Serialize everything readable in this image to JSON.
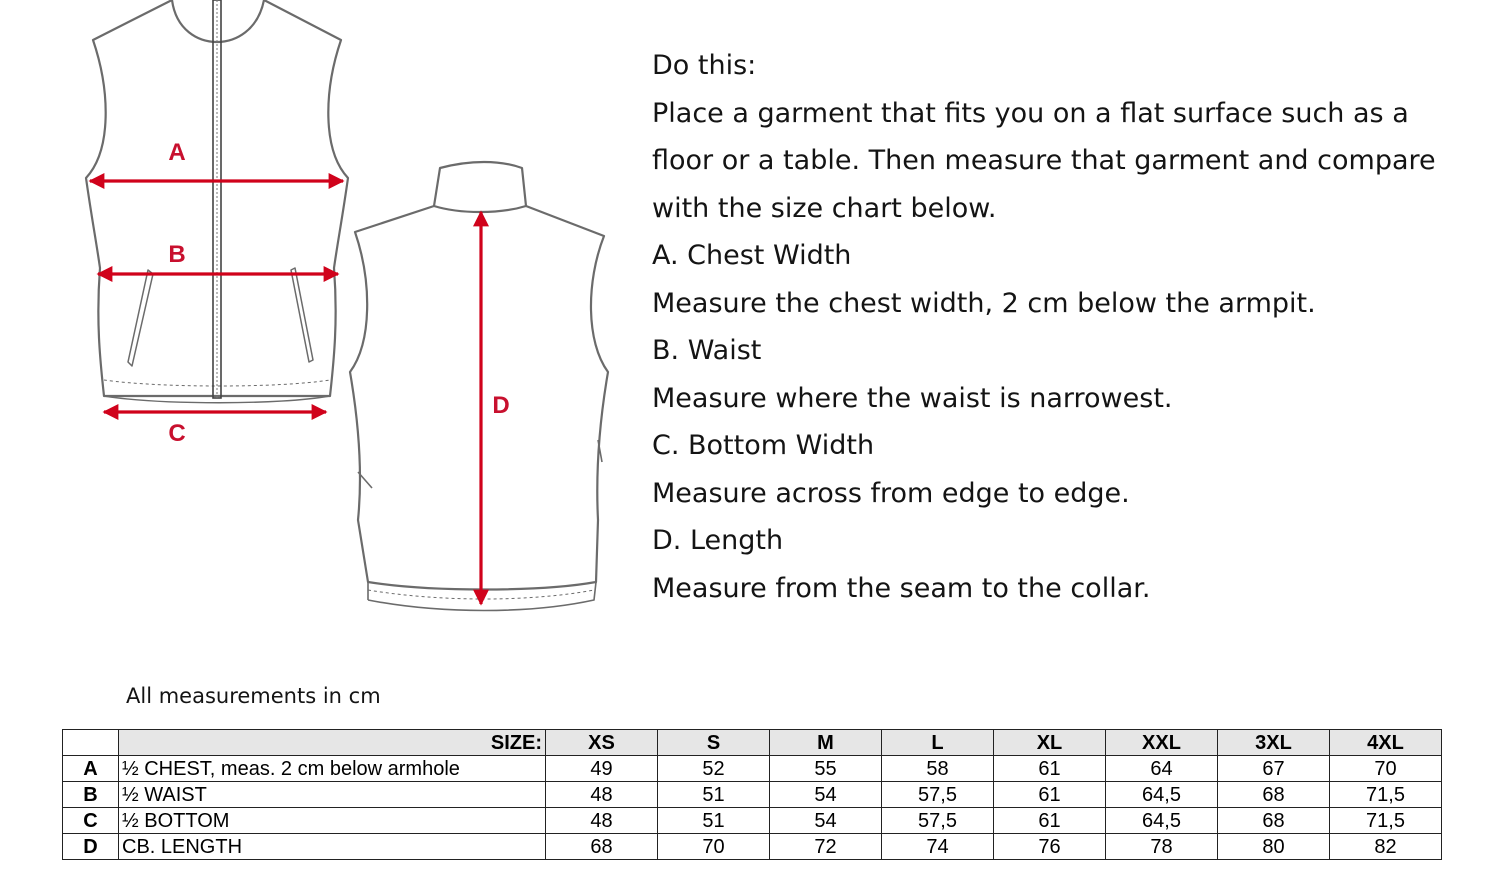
{
  "diagram": {
    "labels": {
      "a": "A",
      "b": "B",
      "c": "C",
      "d": "D"
    },
    "colors": {
      "outline": "#6b6b6b",
      "arrow": "#d0021b"
    }
  },
  "instructions": {
    "heading": "Do this:",
    "intro": [
      "Place a garment that fits you on a flat surface such as a",
      "floor or a table. Then measure that garment and compare",
      "with the size chart below."
    ],
    "steps": [
      {
        "title": "A. Chest Width",
        "text": "Measure the chest width, 2 cm below the armpit."
      },
      {
        "title": "B. Waist",
        "text": "Measure where the waist is narrowest."
      },
      {
        "title": "C. Bottom Width",
        "text": "Measure across from edge to edge."
      },
      {
        "title": "D. Length",
        "text": "Measure from the seam to the collar."
      }
    ]
  },
  "table": {
    "note": "All measurements in cm",
    "size_label": "SIZE:",
    "sizes": [
      "XS",
      "S",
      "M",
      "L",
      "XL",
      "XXL",
      "3XL",
      "4XL"
    ],
    "rows": [
      {
        "key": "A",
        "label": "½ CHEST, meas. 2 cm below armhole",
        "values": [
          "49",
          "52",
          "55",
          "58",
          "61",
          "64",
          "67",
          "70"
        ]
      },
      {
        "key": "B",
        "label": "½ WAIST",
        "values": [
          "48",
          "51",
          "54",
          "57,5",
          "61",
          "64,5",
          "68",
          "71,5"
        ]
      },
      {
        "key": "C",
        "label": "½ BOTTOM",
        "values": [
          "48",
          "51",
          "54",
          "57,5",
          "61",
          "64,5",
          "68",
          "71,5"
        ]
      },
      {
        "key": "D",
        "label": "CB. LENGTH",
        "values": [
          "68",
          "70",
          "72",
          "74",
          "76",
          "78",
          "80",
          "82"
        ]
      }
    ]
  }
}
